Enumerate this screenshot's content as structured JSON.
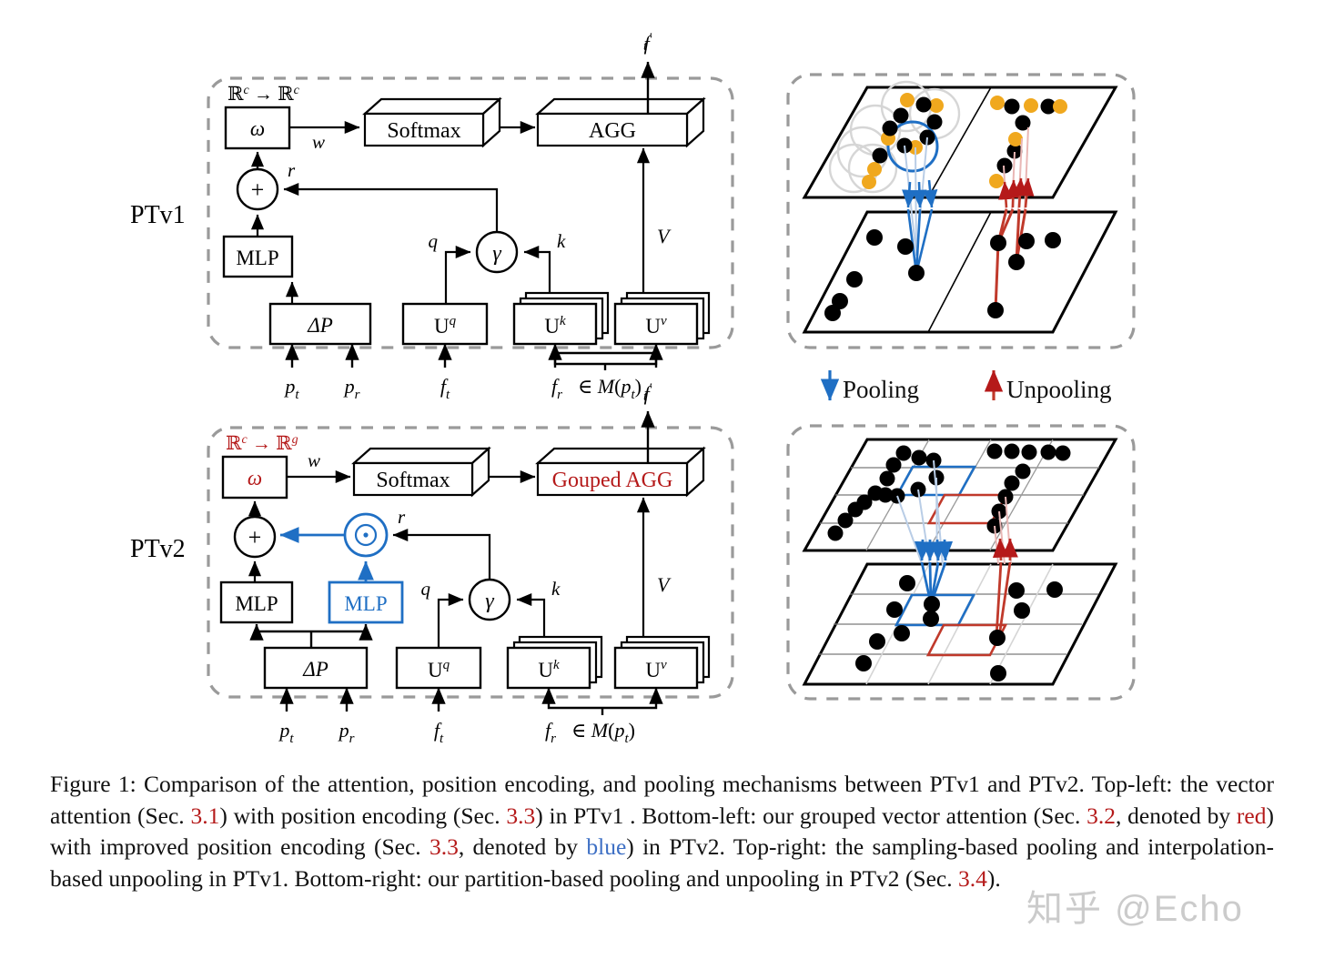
{
  "figure": {
    "caption_prefix": "Figure 1:",
    "caption_runs": [
      {
        "t": "Figure 1: Comparison of the attention, position encoding, and pooling mechanisms between PTv1 and PTv2. Top-left: the vector attention (Sec. ",
        "c": "black"
      },
      {
        "t": "3.1",
        "c": "red"
      },
      {
        "t": ") with position encoding (Sec. ",
        "c": "black"
      },
      {
        "t": "3.3",
        "c": "red"
      },
      {
        "t": ") in PTv1 . Bottom-left: our grouped vector attention (Sec. ",
        "c": "black"
      },
      {
        "t": "3.2",
        "c": "red"
      },
      {
        "t": ", denoted by ",
        "c": "black"
      },
      {
        "t": "red",
        "c": "red"
      },
      {
        "t": ") with improved position encoding (Sec. ",
        "c": "black"
      },
      {
        "t": "3.3",
        "c": "red"
      },
      {
        "t": ", denoted by ",
        "c": "black"
      },
      {
        "t": "blue",
        "c": "blue"
      },
      {
        "t": ") in PTv2. Top-right: the sampling-based pooling and interpolation-based unpooling in PTv1. Bottom-right: our partition-based pooling and unpooling in PTv2 (Sec. ",
        "c": "black"
      },
      {
        "t": "3.4",
        "c": "red"
      },
      {
        "t": ").",
        "c": "black"
      }
    ],
    "watermark": "知乎 @Echo"
  },
  "colors": {
    "red": "#b51a1a",
    "blue": "#1f6fc4",
    "orange": "#f0a81e",
    "dashed_gray": "#9a9a9a",
    "black": "#000000",
    "faint_gray": "#d8d8d8"
  },
  "row_labels": {
    "ptv1": "PTv1",
    "ptv2": "PTv2"
  },
  "ptv1_panel": {
    "name": "ptv1-attention-diagram",
    "mapping_label": "ℝᶜ → ℝᶜ",
    "nodes": {
      "omega": "ω",
      "plus": "+",
      "mlp": "MLP",
      "delta_p": "ΔP",
      "softmax": "Softmax",
      "agg": "AGG",
      "gamma": "γ",
      "uq": "U",
      "uq_sup": "q",
      "uk": "U",
      "uk_sup": "k",
      "uv": "U",
      "uv_sup": "v"
    },
    "edge_labels": {
      "w": "w",
      "r": "r",
      "q": "q",
      "k": "k",
      "V": "V"
    },
    "inputs": {
      "p_t": "p",
      "p_t_sub": "t",
      "p_r": "p",
      "p_r_sub": "r",
      "f_t": "f",
      "f_t_sub": "t",
      "f_r": "f",
      "f_r_sub": "r",
      "member": "∈ M(p",
      "member_sub": "t",
      "member_end": ")"
    },
    "output": {
      "f": "f",
      "sub": "t",
      "prime": "′"
    }
  },
  "ptv2_panel": {
    "name": "ptv2-attention-diagram",
    "mapping_label_a": "ℝᶜ",
    "mapping_label_arrow": "→",
    "mapping_label_b": "ℝᵍ",
    "nodes": {
      "omega": "ω",
      "plus": "+",
      "mlp_black": "MLP",
      "mlp_blue": "MLP",
      "odot": "⊙",
      "delta_p": "ΔP",
      "softmax": "Softmax",
      "agg": "Gouped AGG",
      "gamma": "γ",
      "uq": "U",
      "uq_sup": "q",
      "uk": "U",
      "uk_sup": "k",
      "uv": "U",
      "uv_sup": "v"
    },
    "edge_labels": {
      "w": "w",
      "r": "r",
      "q": "q",
      "k": "k",
      "V": "V"
    },
    "inputs": {
      "p_t": "p",
      "p_t_sub": "t",
      "p_r": "p",
      "p_r_sub": "r",
      "f_t": "f",
      "f_t_sub": "t",
      "f_r": "f",
      "f_r_sub": "r",
      "member": "∈ M(p",
      "member_sub": "t",
      "member_end": ")"
    },
    "output": {
      "f": "f",
      "sub": "t",
      "prime": "′"
    }
  },
  "legend": {
    "pooling": "Pooling",
    "unpooling": "Unpooling"
  },
  "topright_panel": {
    "name": "ptv1-pooling-diagram",
    "description": "sampling-based pooling (blue, left) and interpolation-based unpooling (red, right) between two point-cloud planes"
  },
  "bottomright_panel": {
    "name": "ptv2-pooling-diagram",
    "description": "partition-based (grid) pooling (blue, left) and unpooling (red, right) between two gridded planes"
  }
}
